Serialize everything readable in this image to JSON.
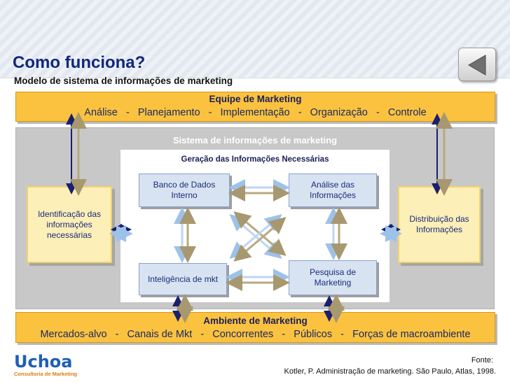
{
  "title": "Como funciona?",
  "subtitle": "Modelo de sistema de informações de marketing",
  "team": {
    "title": "Equipe de Marketing",
    "items": [
      "Análise",
      "Planejamento",
      "Implementação",
      "Organização",
      "Controle"
    ]
  },
  "system": {
    "title": "Sistema de informações de marketing",
    "generation_title": "Geração das Informações Necessárias",
    "boxes": {
      "banco": "Banco de Dados Interno",
      "analise": "Análise das Informações",
      "intel": "Inteligência de mkt",
      "pesquisa": "Pesquisa de Marketing"
    },
    "identification": "Identificação das informações necessárias",
    "distribution": "Distribuição das Informações"
  },
  "environment": {
    "title": "Ambiente de Marketing",
    "items": [
      "Mercados-alvo",
      "Canais de Mkt",
      "Concorrentes",
      "Públicos",
      "Forças de macroambiente"
    ]
  },
  "logo": {
    "name": "Uchoa",
    "tagline": "Consultoria de Marketing"
  },
  "source": {
    "label": "Fonte:",
    "text": "Kotler, P. Administração de marketing. São Paulo, Atlas, 1998."
  },
  "colors": {
    "title": "#12277a",
    "orange_bar": "#fbc240",
    "system_bg": "#c8c8c8",
    "box_blue": "#d8e3f2",
    "box_yellow": "#fcefb7",
    "arrow_navy": "#1a1f6e",
    "arrow_tan": "#b8a882",
    "arrow_lightblue": "#bcd6f2"
  },
  "icons": {
    "back": "back-arrow-icon"
  }
}
